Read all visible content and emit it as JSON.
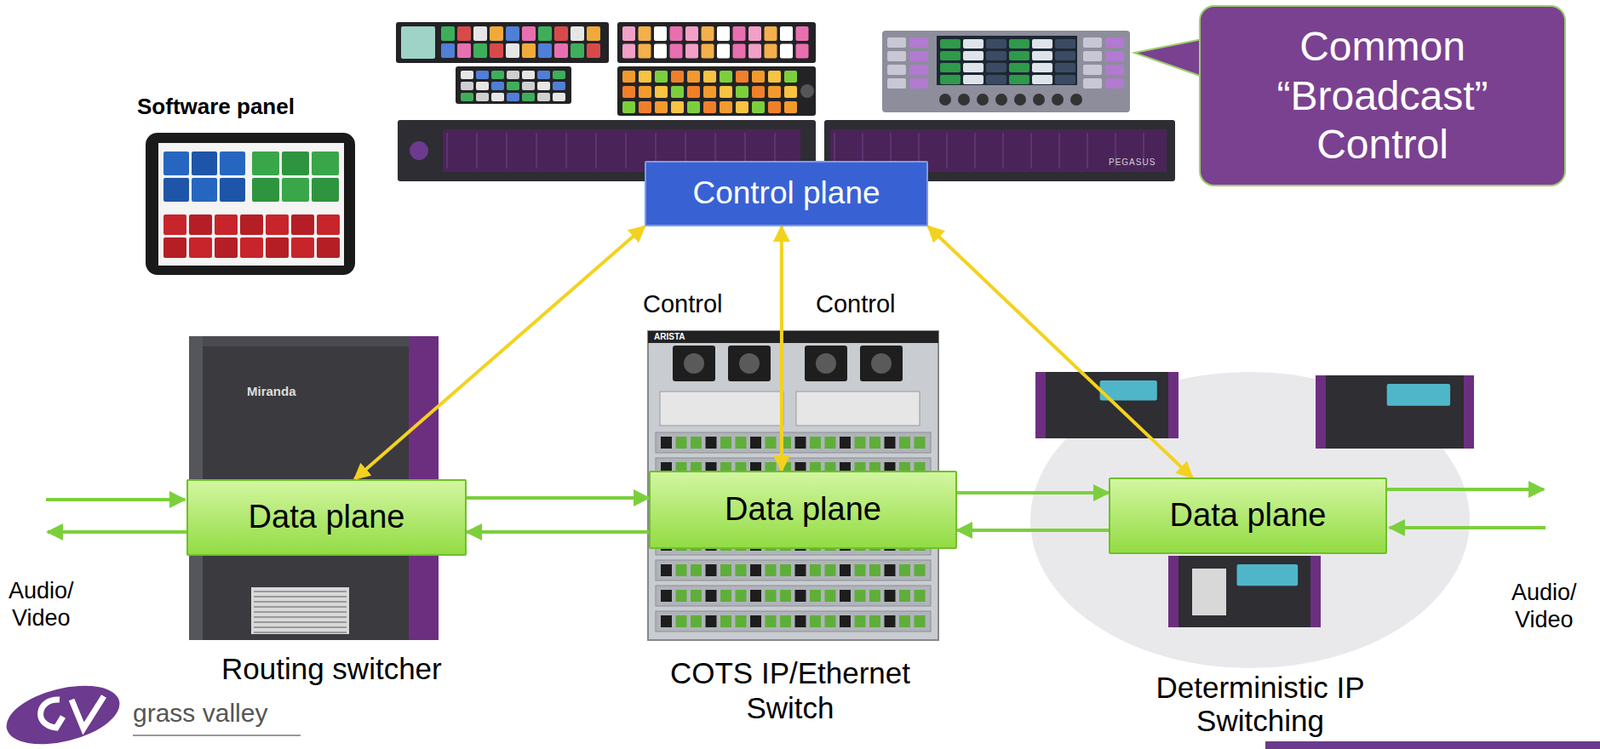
{
  "diagram": {
    "nodes": [
      {
        "text": [
          "Common “Broadcast” Control"
        ]
      },
      {
        "text": [
          "Control plane"
        ]
      },
      {
        "text": [
          "Data plane"
        ]
      },
      {
        "text": [
          "Data plane"
        ]
      },
      {
        "text": [
          "Data plane"
        ]
      }
    ],
    "edges": [
      {
        "from": 1,
        "to": 2,
        "arrow": "both"
      },
      {
        "from": 1,
        "to": 3,
        "arrow": "both"
      },
      {
        "from": 1,
        "to": 4,
        "arrow": "both"
      },
      {
        "from": 2,
        "to": 3,
        "arrow": "to"
      },
      {
        "from": 3,
        "to": 2,
        "arrow": "to"
      },
      {
        "from": 3,
        "to": 4,
        "arrow": "to"
      },
      {
        "from": 4,
        "to": 3,
        "arrow": "to"
      }
    ],
    "labels": [
      "Software panel",
      "PEGASUS",
      "Control",
      "Control",
      "Miranda",
      "ARISTA",
      "Audio/ Video",
      "Audio/ Video",
      "Routing switcher",
      "COTS IP/Ethernet Switch",
      "Deterministic IP Switching",
      "grass valley"
    ]
  }
}
